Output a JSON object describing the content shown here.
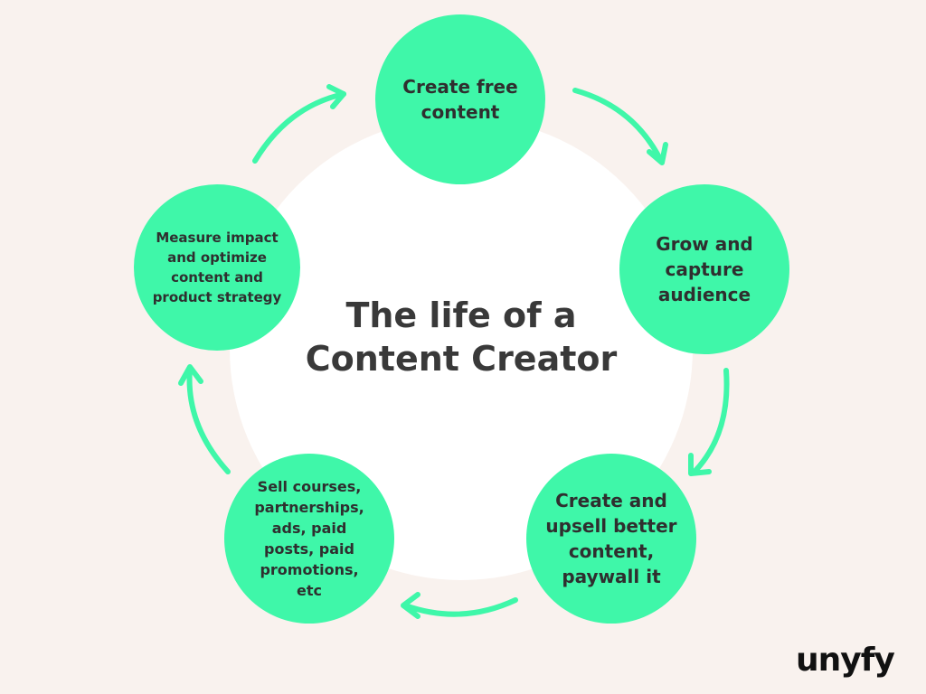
{
  "title": {
    "line1": "The life of a",
    "line2": "Content Creator"
  },
  "steps": [
    {
      "line1": "Create free",
      "line2": "content"
    },
    {
      "line1": "Grow and",
      "line2": "capture",
      "line3": "audience"
    },
    {
      "line1": "Create and",
      "line2": "upsell better",
      "line3": "content,",
      "line4": "paywall it"
    },
    {
      "line1": "Sell courses,",
      "line2": "partnerships,",
      "line3": "ads, paid",
      "line4": "posts, paid",
      "line5": "promotions,",
      "line6": "etc"
    },
    {
      "line1": "Measure impact",
      "line2": "and optimize",
      "line3": "content and",
      "line4": "product strategy"
    }
  ],
  "brand": {
    "logo_text": "unyfy"
  },
  "colors": {
    "background": "#f9f2ee",
    "center_disc": "#ffffff",
    "node": "#3ff7a9",
    "arrow": "#3ff7a9",
    "text": "#2f2f2f"
  },
  "icons": [
    "arrow-right-down-icon",
    "arrow-down-icon",
    "arrow-left-icon",
    "arrow-up-icon",
    "arrow-up-right-icon"
  ]
}
